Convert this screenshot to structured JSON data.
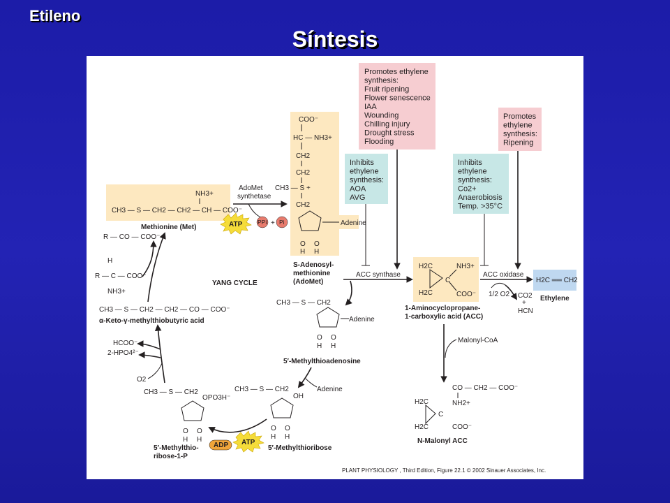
{
  "slide": {
    "label": "Etileno",
    "title": "Síntesis"
  },
  "figure": {
    "credit": "PLANT PHYSIOLOGY , Third Edition, Figure 22.1 © 2002 Sinauer Associates, Inc.",
    "cycle_label": "YANG CYCLE",
    "boxes": {
      "promotes1": [
        "Promotes ethylene",
        "synthesis:",
        "Fruit ripening",
        "Flower senescence",
        "IAA",
        "Wounding",
        "Chilling injury",
        "Drought stress",
        "Flooding"
      ],
      "promotes2": [
        "Promotes",
        "ethylene",
        "synthesis:",
        "Ripening"
      ],
      "inhibits1": [
        "Inhibits",
        "ethylene",
        "synthesis:",
        "AOA",
        "AVG"
      ],
      "inhibits2": [
        "Inhibits",
        "ethylene",
        "synthesis:",
        "Co2+",
        "Anaerobiosis",
        "Temp. >35°C"
      ]
    },
    "compounds": {
      "methionine_formula": "CH3 — S — CH2 — CH2 — CH — COO⁻",
      "methionine_nh3": "NH3+",
      "methionine_name": "Methionine (Met)",
      "adomet_name": [
        "S-Adenosyl-",
        "methionine",
        "(AdoMet)"
      ],
      "adomet_coo": "COO⁻",
      "adomet_hc": "HC — NH3+",
      "adomet_ch2a": "CH2",
      "adomet_ch2b": "CH2",
      "adomet_ch3s": "CH3 — S +",
      "adomet_ch2c": "CH2",
      "adenine": "Adenine",
      "oh1": "O",
      "oh2": "H",
      "acc_name": [
        "1-Aminocyclopropane-",
        "1-carboxylic acid (ACC)"
      ],
      "acc_h2c1": "H2C",
      "acc_h2c2": "H2C",
      "acc_c": "C",
      "acc_nh3": "NH3+",
      "acc_coo": "COO⁻",
      "ethylene_formula": "H2C ══ CH2",
      "ethylene_name": "Ethylene",
      "mta_formula": "CH3 — S — CH2",
      "mta_name": "5′-Methylthioadenosine",
      "mtr_formula": "CH3 — S — CH2",
      "mtr_oh": "OH",
      "mtr_name": "5′-Methylthioribose",
      "mtrp_formula": "CH3 — S — CH2",
      "mtrp_opo3": "OPO3H⁻",
      "mtrp_name": [
        "5′-Methylthio-",
        "ribose-1-P"
      ],
      "keto_formula": "CH3 — S — CH2 — CH2 — CO — COO⁻",
      "keto_name": "α-Keto-γ-methylthiobutyric acid",
      "amino_acid_h": "H",
      "amino_acid_r": "R — C — COO⁻",
      "amino_acid_nh3": "NH3+",
      "keto_acid": "R — CO — COO⁻",
      "malonyl_name": "N-Malonyl ACC",
      "malonyl_top": "CO — CH2 — COO⁻",
      "malonyl_nh2": "NH2+",
      "malonyl_coo": "COO⁻",
      "malonyl_c": "C"
    },
    "labels": {
      "adomet_synthetase": [
        "AdoMet",
        "synthetase"
      ],
      "atp": "ATP",
      "ppi": "PPi",
      "pi": "Pi",
      "plus": "+",
      "acc_synthase": "ACC synthase",
      "acc_oxidase": "ACC oxidase",
      "half_o2": "1/2 O2",
      "co2": "CO2",
      "hcn": "HCN",
      "malonyl_coa": "Malonyl-CoA",
      "adenine_out": "Adenine",
      "adp": "ADP",
      "hcoo": "HCOO⁻",
      "hpo4": "2-HPO4²⁻",
      "o2": "O2"
    },
    "colors": {
      "cream": "#fde8c0",
      "pink": "#f6cdd1",
      "teal": "#c7e7e6",
      "blue": "#bfd8f0",
      "atp": "#f5dc3a",
      "adp": "#f0a53a",
      "ppi": "#e87b6d"
    }
  }
}
